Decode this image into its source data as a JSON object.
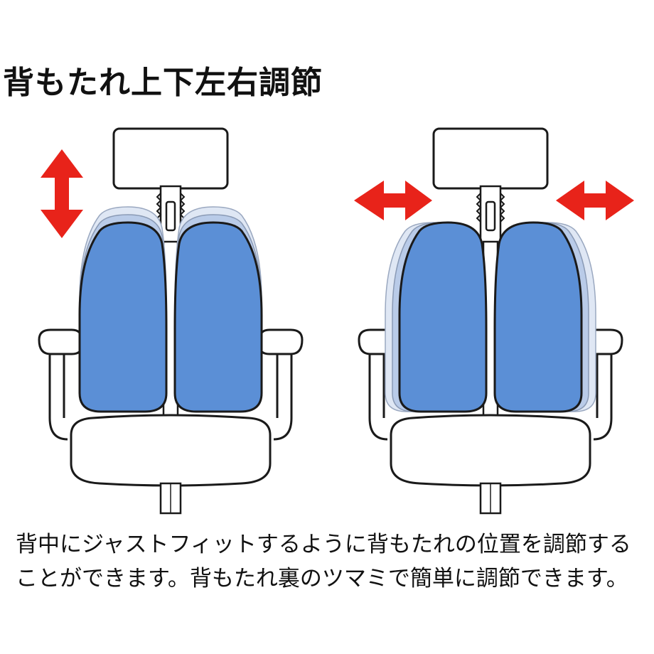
{
  "heading": "背もたれ上下左右調節",
  "caption": {
    "line1": "背中にジャストフィットするように背もたれの位置を調節する",
    "line2": "ことができます。背もたれ裏のツマミで簡単に調節できます。"
  },
  "colors": {
    "cushion": "#5b8fd6",
    "cushion_ghost": "#b9cbe8",
    "arrow": "#e8231a",
    "outline": "#1a1a1a"
  },
  "icons": {
    "vertical_arrow": "up-down-arrow-icon",
    "horizontal_arrow": "left-right-arrow-icon"
  }
}
